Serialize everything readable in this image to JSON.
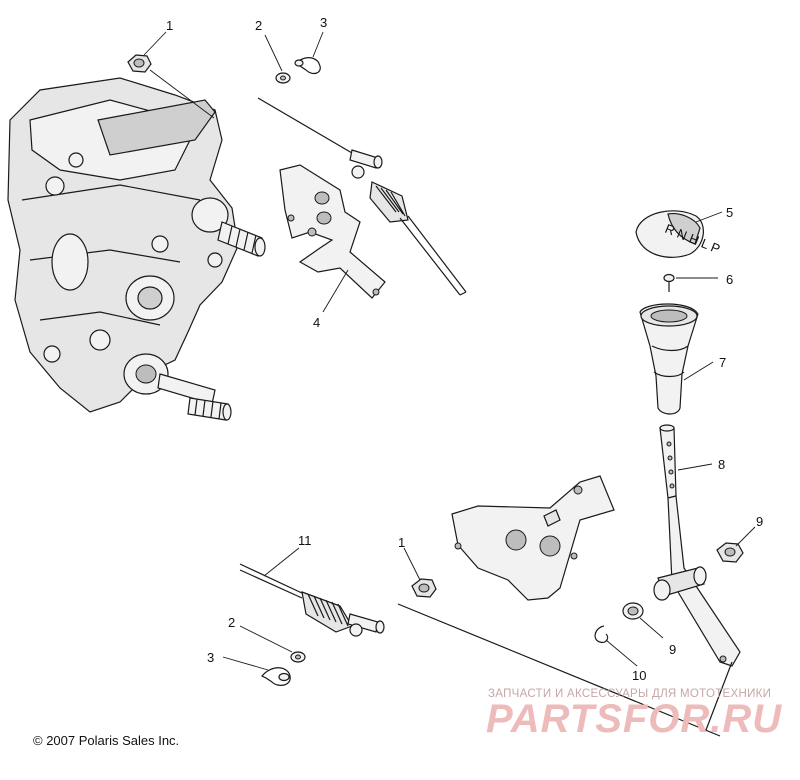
{
  "callouts": [
    {
      "id": "c1a",
      "label": "1"
    },
    {
      "id": "c2a",
      "label": "2"
    },
    {
      "id": "c3a",
      "label": "3"
    },
    {
      "id": "c4",
      "label": "4"
    },
    {
      "id": "c5",
      "label": "5"
    },
    {
      "id": "c6",
      "label": "6"
    },
    {
      "id": "c7",
      "label": "7"
    },
    {
      "id": "c8",
      "label": "8"
    },
    {
      "id": "c9a",
      "label": "9"
    },
    {
      "id": "c11",
      "label": "11"
    },
    {
      "id": "c1b",
      "label": "1"
    },
    {
      "id": "c2b",
      "label": "2"
    },
    {
      "id": "c3b",
      "label": "3"
    },
    {
      "id": "c9b",
      "label": "9"
    },
    {
      "id": "c10",
      "label": "10"
    }
  ],
  "knob_pattern": "R N H L P",
  "copyright": "© 2007 Polaris Sales Inc.",
  "watermark": {
    "small": "ЗАПЧАСТИ И АКСЕССУАРЫ ДЛЯ МОТОТЕХНИКИ",
    "big": "PARTSFOR.RU"
  }
}
